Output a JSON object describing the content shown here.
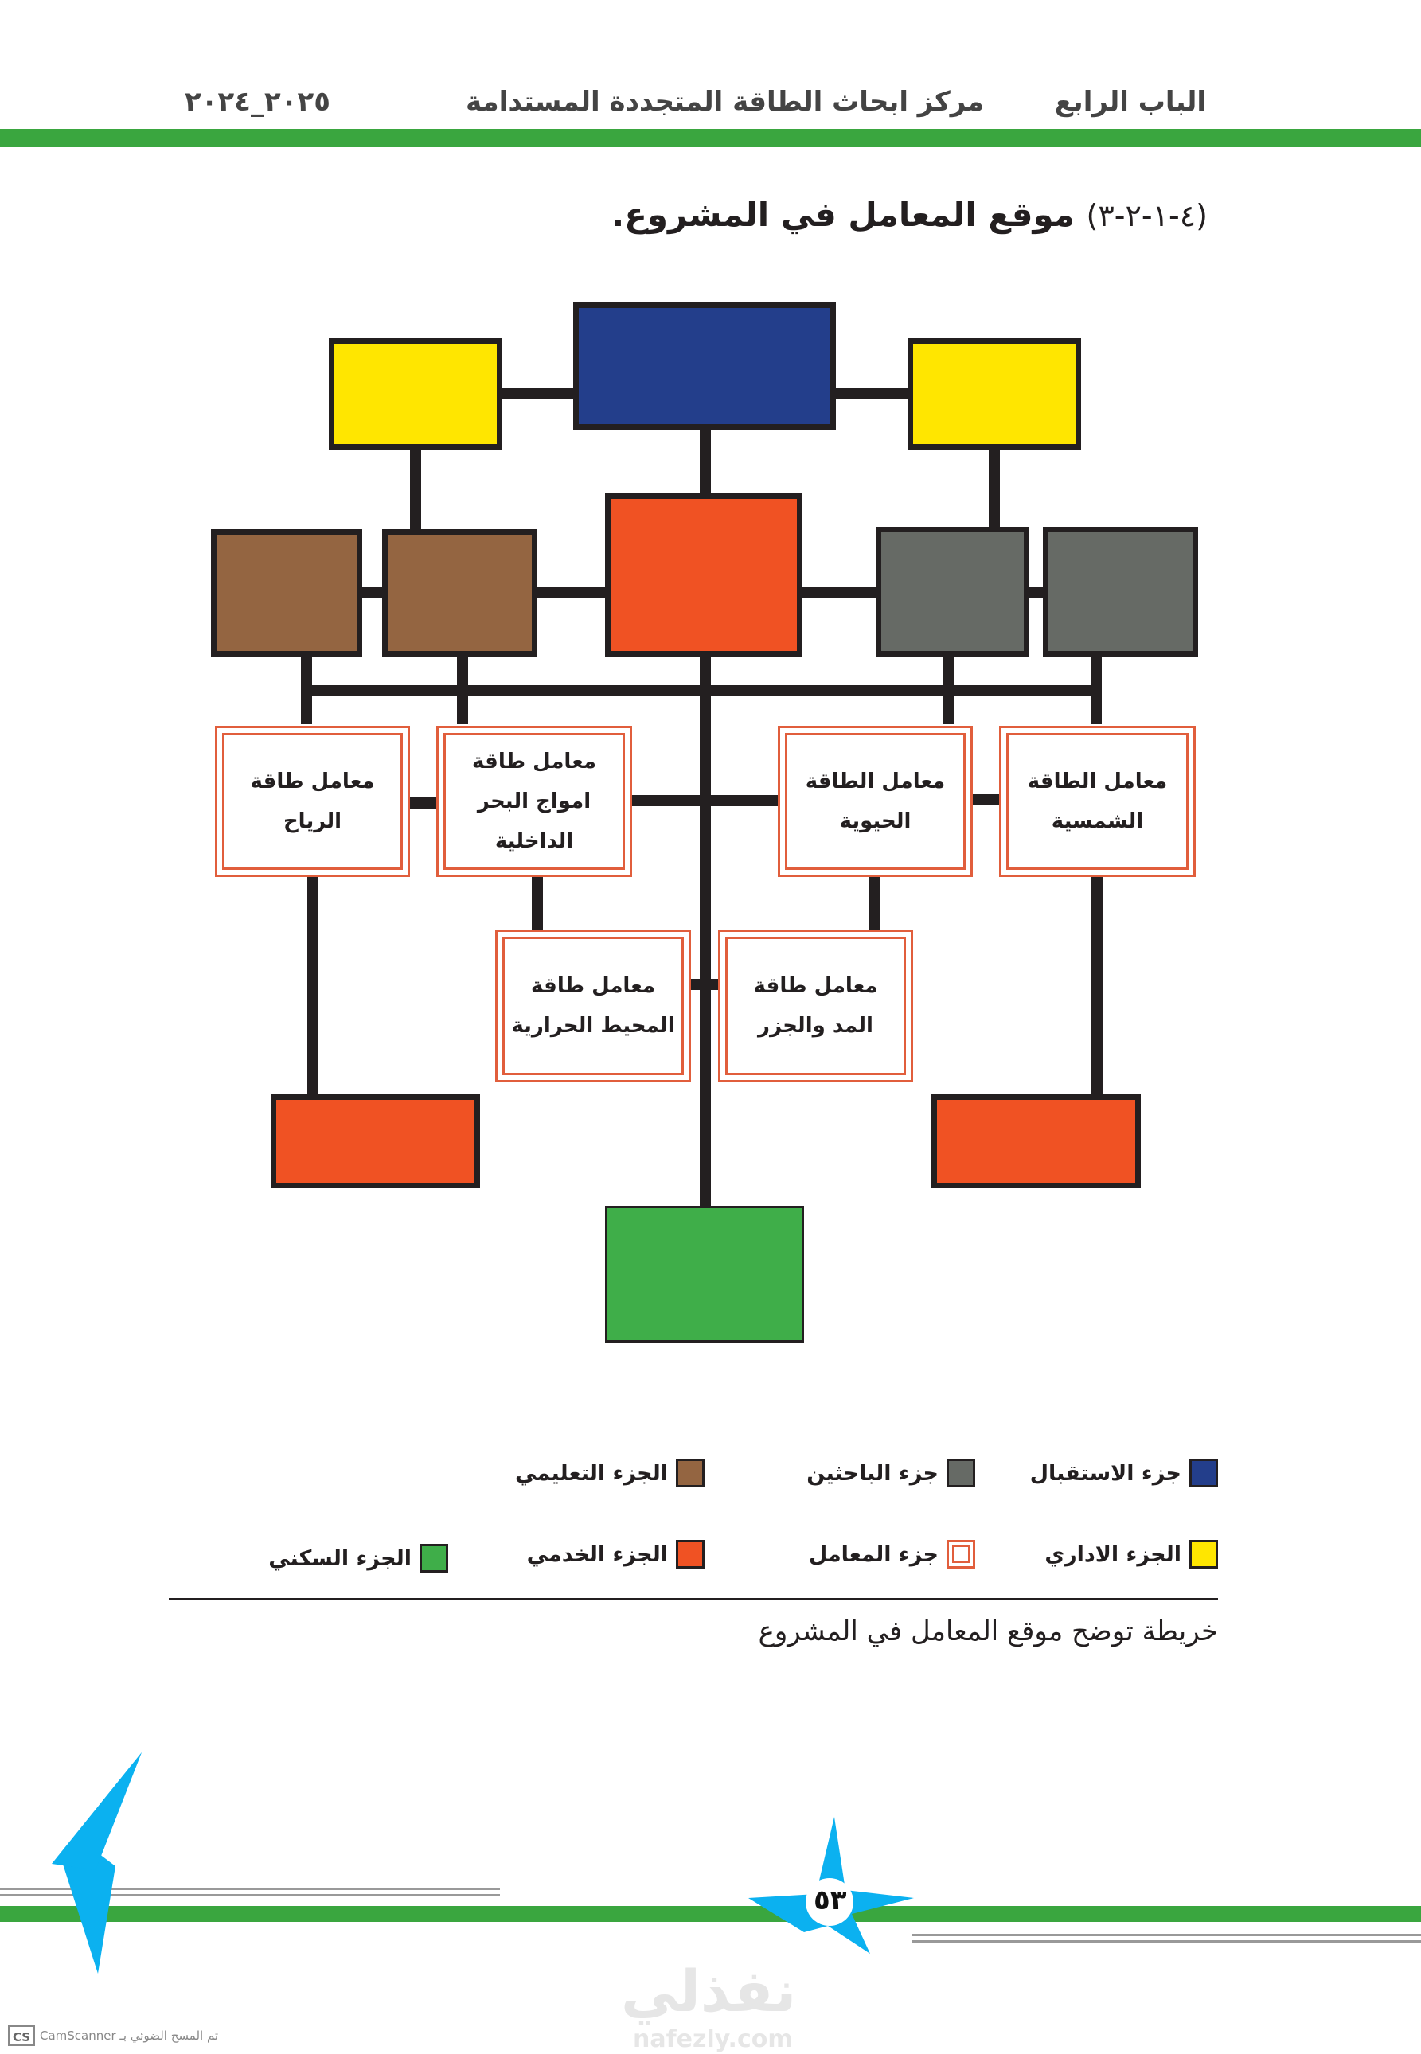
{
  "header": {
    "chapter": "الباب الرابع",
    "center_name": "مركز ابحاث الطاقة المتجددة المستدامة",
    "year": "٢٠٢٥_٢٠٢٤"
  },
  "section": {
    "number": "(٤-١-٢-٣)",
    "title": "موقع المعامل في المشروع."
  },
  "diagram": {
    "labs": {
      "wind": [
        "معامل طاقة",
        "الرياح"
      ],
      "waves": [
        "معامل طاقة",
        "امواج البحر الداخلية"
      ],
      "bio": [
        "معامل الطاقة",
        "الحيوية"
      ],
      "solar": [
        "معامل الطاقة",
        "الشمسية"
      ],
      "ocean_thermal": [
        "معامل طاقة",
        "المحيط الحرارية"
      ],
      "tidal": [
        "معامل طاقة",
        "المد والجزر"
      ]
    }
  },
  "legend": {
    "reception": "جزء الاستقبال",
    "researchers": "جزء الباحثين",
    "educational": "الجزء التعليمي",
    "administrative": "الجزء الاداري",
    "labs": "جزء المعامل",
    "services": "الجزء الخدمي",
    "residential": "الجزء السكني"
  },
  "colors": {
    "reception": "#233e8b",
    "administrative": "#ffe600",
    "services": "#f05223",
    "educational": "#946541",
    "researchers": "#666a65",
    "residential": "#3fae49",
    "labs_border": "#e15e3c",
    "brand_green": "#3aa63f",
    "star_blue": "#0bb1f0"
  },
  "caption": "خريطة توضح موقع المعامل في المشروع",
  "footer": {
    "page_number": "٥٣",
    "watermark_arabic": "نفذلي",
    "watermark_latin": "nafezly.com",
    "scanner_note": "تم المسح الضوئي بـ CamScanner",
    "scanner_badge": "CS"
  }
}
